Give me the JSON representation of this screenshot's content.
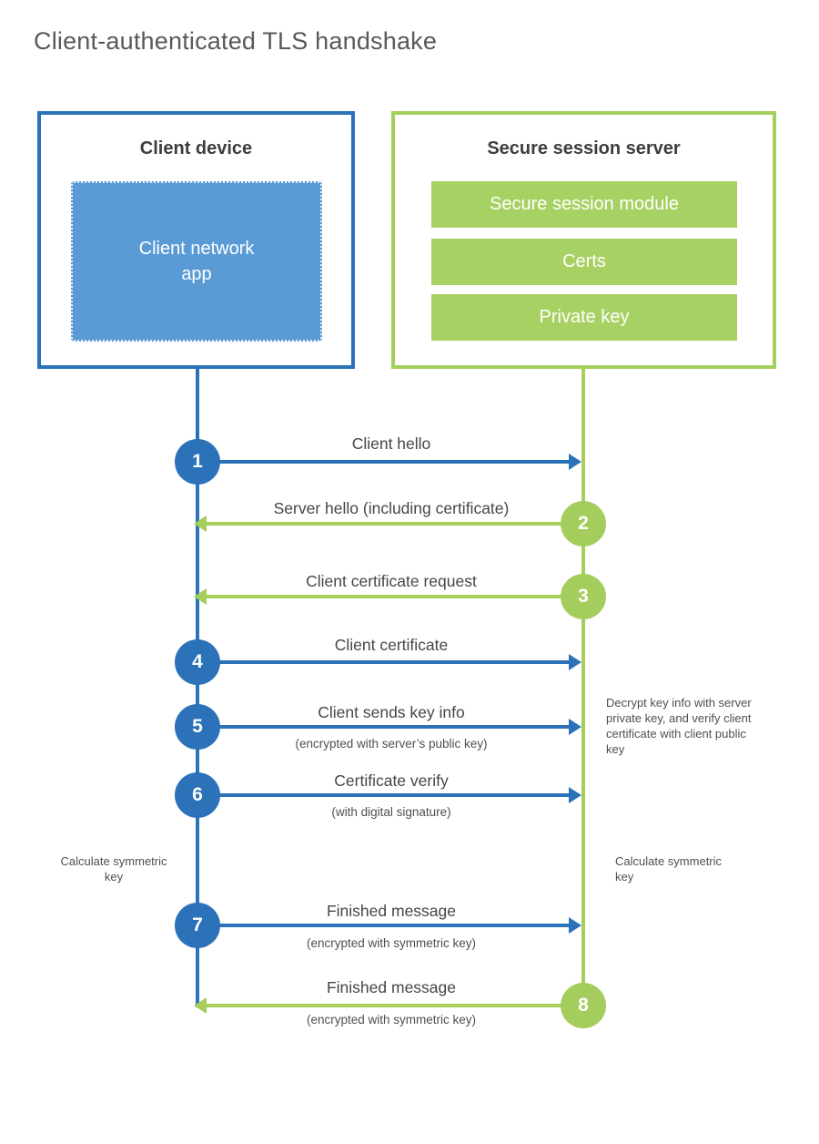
{
  "title": "Client-authenticated TLS handshake",
  "colors": {
    "blue": "#2b72b8",
    "light_blue_fill": "#5b9bd5",
    "green": "#a6ce5a",
    "green_fill": "#a8d164",
    "label_text": "#464646"
  },
  "client": {
    "title": "Client device",
    "app_label": "Client network app"
  },
  "server": {
    "title": "Secure session server",
    "modules": [
      {
        "label": "Secure session module"
      },
      {
        "label": "Certs"
      },
      {
        "label": "Private key"
      }
    ]
  },
  "messages": [
    {
      "step": "1",
      "label": "Client hello",
      "direction": "right"
    },
    {
      "step": "2",
      "label": "Server hello (including certificate)",
      "direction": "left"
    },
    {
      "step": "3",
      "label": "Client certificate request",
      "direction": "left"
    },
    {
      "step": "4",
      "label": "Client certificate",
      "direction": "right"
    },
    {
      "step": "5",
      "label": "Client sends key info",
      "sub": "(encrypted with server’s public key)",
      "direction": "right"
    },
    {
      "step": "6",
      "label": "Certificate verify",
      "sub": "(with digital signature)",
      "direction": "right"
    },
    {
      "step": "7",
      "label": "Finished message",
      "sub": "(encrypted with symmetric key)",
      "direction": "right"
    },
    {
      "step": "8",
      "label": "Finished message",
      "sub": "(encrypted with symmetric key)",
      "direction": "left"
    }
  ],
  "notes": {
    "calculate_left": "Calculate symmetric key",
    "calculate_right": "Calculate symmetric key",
    "server_decrypt": "Decrypt key info with server private key, and verify client certificate with client public key"
  }
}
